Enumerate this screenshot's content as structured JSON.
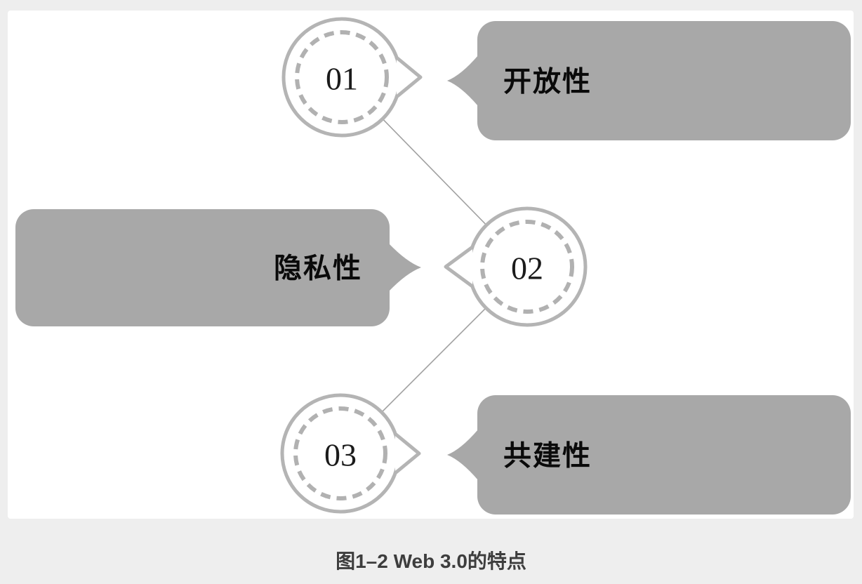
{
  "figure": {
    "caption": "图1–2 Web 3.0的特点"
  },
  "diagram": {
    "items": [
      {
        "number": "01",
        "label": "开放性"
      },
      {
        "number": "02",
        "label": "隐私性"
      },
      {
        "number": "03",
        "label": "共建性"
      }
    ]
  },
  "colors": {
    "page_background": "#eeeeee",
    "canvas_background": "#ffffff",
    "bubble_fill": "#a8a8a8",
    "circle_ring": "#b4b4b4",
    "connector_line": "#a0a0a0",
    "number_text": "#1b1b1b",
    "label_text": "#0a0a0a",
    "caption_text": "#3d3d3d"
  }
}
